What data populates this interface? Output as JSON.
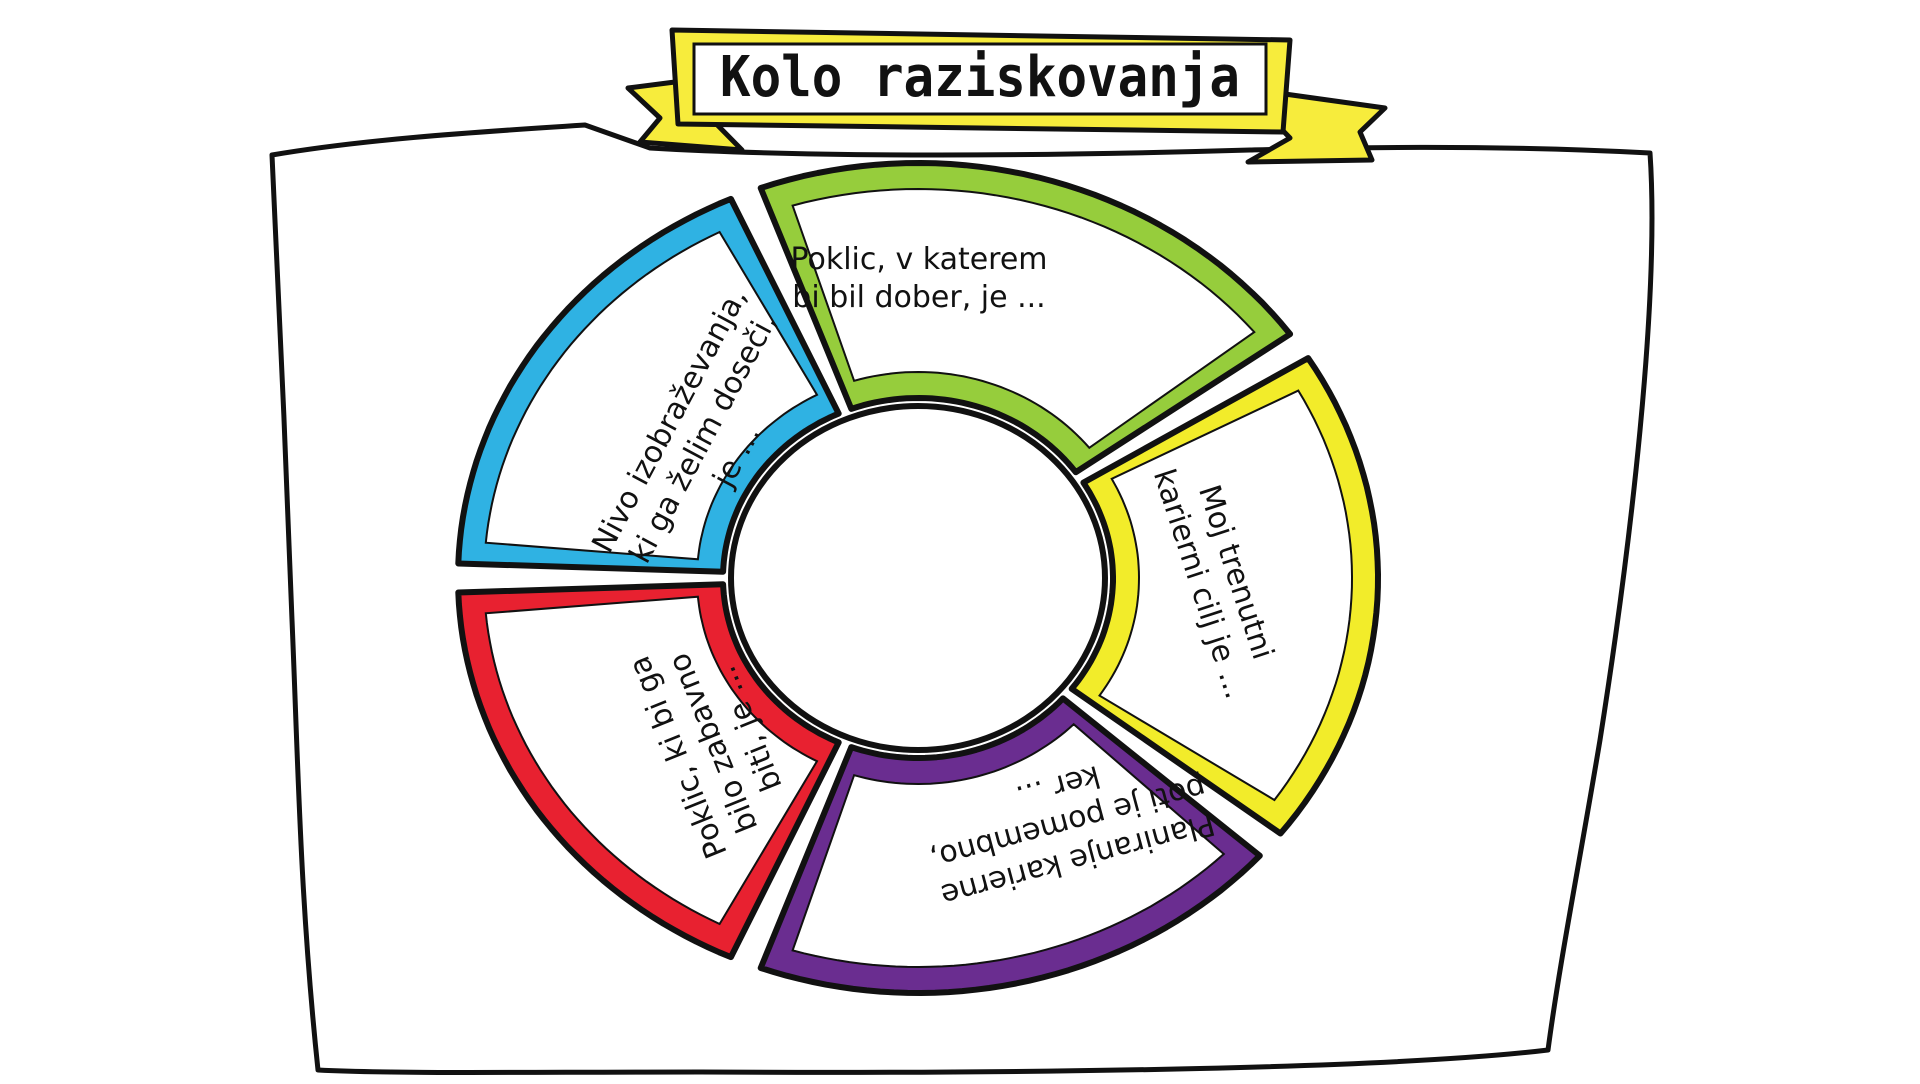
{
  "title": "Kolo raziskovanja",
  "colors": {
    "ink": "#111111",
    "banner": "#f7ec3c",
    "green": "#96cd3c",
    "yellow": "#f2ec2a",
    "purple": "#6a2d90",
    "red": "#e82130",
    "blue": "#2fb2e3",
    "paper": "#ffffff"
  },
  "segments": [
    {
      "id": "green",
      "lines": [
        "Poklic, v katerem",
        "bi bil dober, je ..."
      ]
    },
    {
      "id": "yellow",
      "lines": [
        "Moj trenutni",
        "karierni cilj je ..."
      ]
    },
    {
      "id": "purple",
      "lines": [
        "Planiranje karierne",
        "poti je pomembno,",
        "ker ..."
      ]
    },
    {
      "id": "red",
      "lines": [
        "Poklic, ki bi ga",
        "bilo zabavno",
        "biti, je ..."
      ]
    },
    {
      "id": "blue",
      "lines": [
        "Nivo izobraževanja,",
        "ki ga želim doseči,",
        "je ..."
      ]
    }
  ]
}
